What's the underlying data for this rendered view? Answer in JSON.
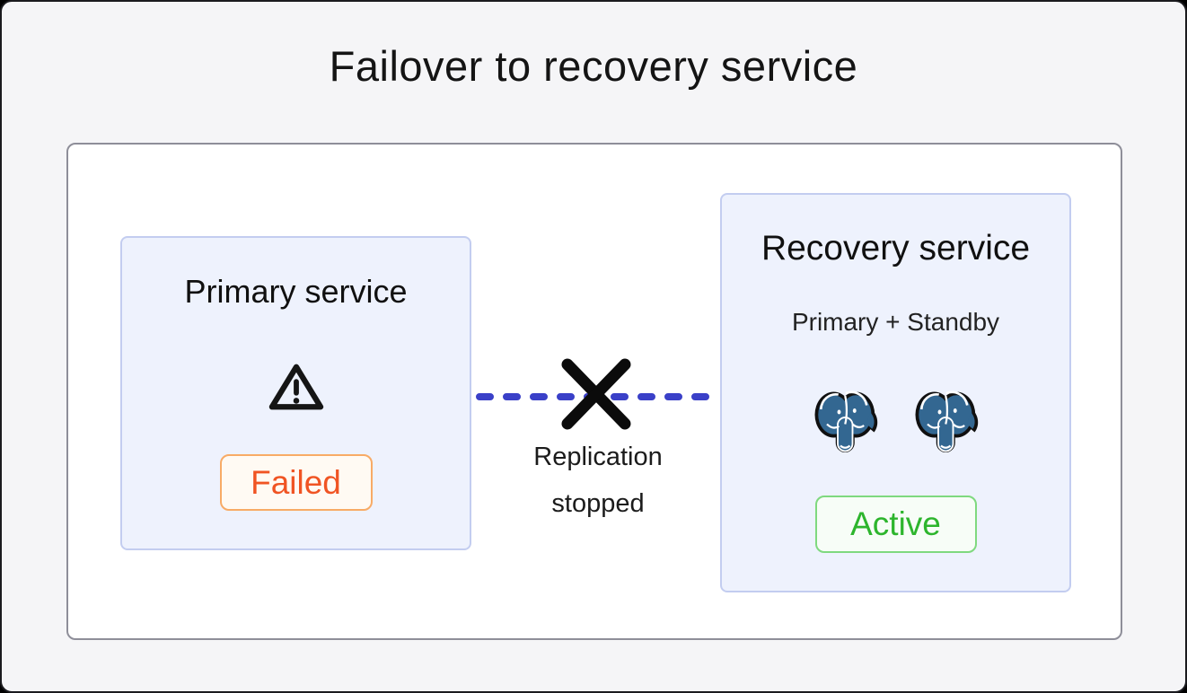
{
  "title": "Failover to recovery service",
  "diagram": {
    "primary": {
      "heading": "Primary service",
      "icon": "warning-triangle",
      "status_label": "Failed"
    },
    "connection": {
      "type": "replication-link",
      "style": "dashed",
      "broken": true,
      "label": "Replication stopped"
    },
    "recovery": {
      "heading": "Recovery service",
      "subtitle": "Primary + Standby",
      "icons": [
        "postgresql",
        "postgresql"
      ],
      "status_label": "Active"
    }
  },
  "colors": {
    "canvas_bg": "#f5f5f7",
    "panel_bg": "#ffffff",
    "panel_border": "#8e8e99",
    "node_bg": "#eef2fd",
    "node_border": "#c3cdf0",
    "failed_text": "#f05423",
    "failed_border": "#f8ab66",
    "failed_bg": "#fffaf3",
    "active_text": "#2db52d",
    "active_border": "#7fd97f",
    "active_bg": "#f7fdf7",
    "link_color": "#3a40c8",
    "postgres_blue": "#336791"
  }
}
